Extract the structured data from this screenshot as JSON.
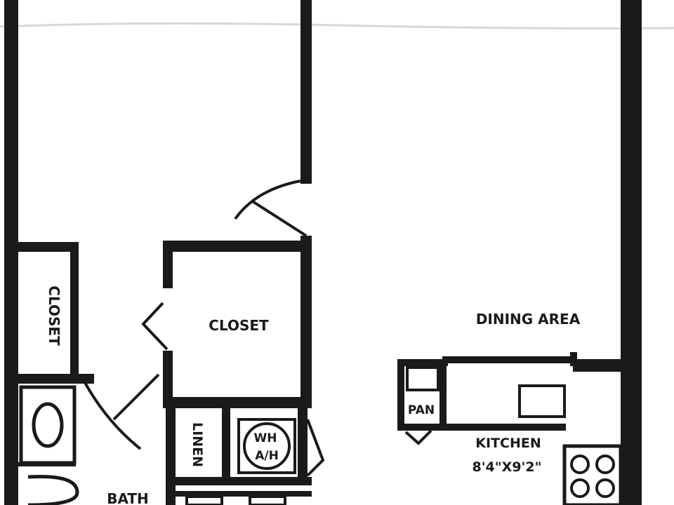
{
  "plan": {
    "paper_color": "#ffffff",
    "ink_color": "#1a1a1a",
    "labels": {
      "closet_left": "CLOSET",
      "closet_center": "CLOSET",
      "dining_area": "DINING AREA",
      "linen": "LINEN",
      "water_heater_line1": "WH",
      "water_heater_line2": "A/H",
      "pantry": "PAN",
      "kitchen": "KITCHEN",
      "kitchen_size": "8'4\"X9'2\"",
      "bath": "BATH"
    }
  }
}
